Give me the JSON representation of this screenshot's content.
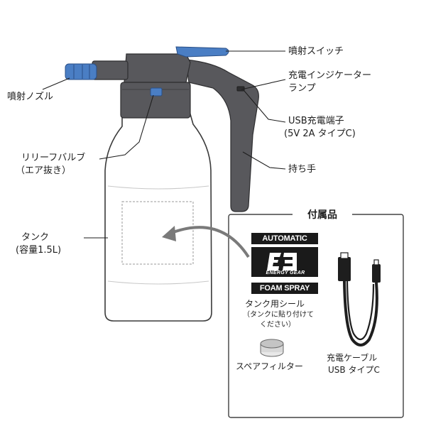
{
  "labels": {
    "spray_switch": "噴射スイッチ",
    "charge_indicator_1": "充電インジケーター",
    "charge_indicator_2": "ランプ",
    "usb_port_1": "USB充電端子",
    "usb_port_2": "(5V 2A タイプC)",
    "handle": "持ち手",
    "nozzle": "噴射ノズル",
    "relief_valve_1": "リリーフバルブ",
    "relief_valve_2": "（エア抜き）",
    "tank_1": "タンク",
    "tank_2": "(容量1.5L)"
  },
  "accessories": {
    "title": "付属品",
    "sticker_top": "AUTOMATIC",
    "sticker_logo": "ENERGY GEAR",
    "sticker_bottom": "FOAM SPRAY",
    "tank_seal_1": "タンク用シール",
    "tank_seal_2": "（タンクに貼り付けて",
    "tank_seal_3": "ください）",
    "spare_filter": "スペアフィルター",
    "cable_1": "充電ケーブル",
    "cable_2": "USB タイプC"
  },
  "colors": {
    "accent_blue": "#4a7ec4",
    "body_dark": "#58585c",
    "outline": "#3a3a3a"
  }
}
